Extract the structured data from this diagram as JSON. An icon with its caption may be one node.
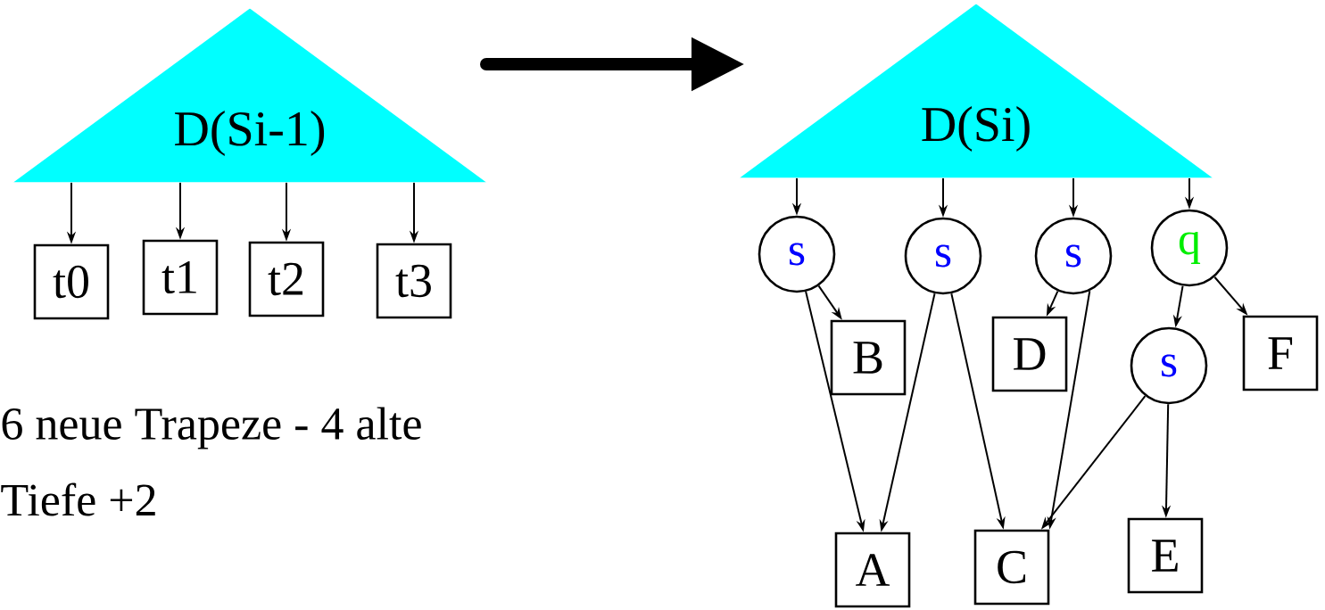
{
  "diagram": {
    "nodes": [
      {
        "text": [
          "D(Si-1)"
        ]
      },
      {
        "text": [
          "t0"
        ]
      },
      {
        "text": [
          "t1"
        ]
      },
      {
        "text": [
          "t2"
        ]
      },
      {
        "text": [
          "t3"
        ]
      },
      {
        "text": [
          "D(Si)"
        ]
      },
      {
        "text": [
          "s"
        ]
      },
      {
        "text": [
          "s"
        ]
      },
      {
        "text": [
          "s"
        ]
      },
      {
        "text": [
          "q"
        ]
      },
      {
        "text": [
          "B"
        ]
      },
      {
        "text": [
          "D"
        ]
      },
      {
        "text": [
          "s"
        ]
      },
      {
        "text": [
          "F"
        ]
      },
      {
        "text": [
          "A"
        ]
      },
      {
        "text": [
          "C"
        ]
      },
      {
        "text": [
          "E"
        ]
      }
    ],
    "edges": [
      {
        "from": 0,
        "to": 1,
        "arrow": "to"
      },
      {
        "from": 0,
        "to": 2,
        "arrow": "to"
      },
      {
        "from": 0,
        "to": 3,
        "arrow": "to"
      },
      {
        "from": 0,
        "to": 4,
        "arrow": "to"
      },
      {
        "from": 5,
        "to": 6,
        "arrow": "to"
      },
      {
        "from": 5,
        "to": 7,
        "arrow": "to"
      },
      {
        "from": 5,
        "to": 8,
        "arrow": "to"
      },
      {
        "from": 5,
        "to": 9,
        "arrow": "to"
      },
      {
        "from": 6,
        "to": 10,
        "arrow": "to"
      },
      {
        "from": 6,
        "to": 14,
        "arrow": "to"
      },
      {
        "from": 7,
        "to": 14,
        "arrow": "to"
      },
      {
        "from": 7,
        "to": 15,
        "arrow": "to"
      },
      {
        "from": 8,
        "to": 11,
        "arrow": "to"
      },
      {
        "from": 8,
        "to": 15,
        "arrow": "to"
      },
      {
        "from": 9,
        "to": 12,
        "arrow": "to"
      },
      {
        "from": 9,
        "to": 13,
        "arrow": "to"
      },
      {
        "from": 12,
        "to": 16,
        "arrow": "to"
      },
      {
        "from": 12,
        "to": 15,
        "arrow": "to"
      }
    ],
    "labels": [
      "6 neue Trapeze - 4 alte",
      "Tiefe +2"
    ]
  }
}
